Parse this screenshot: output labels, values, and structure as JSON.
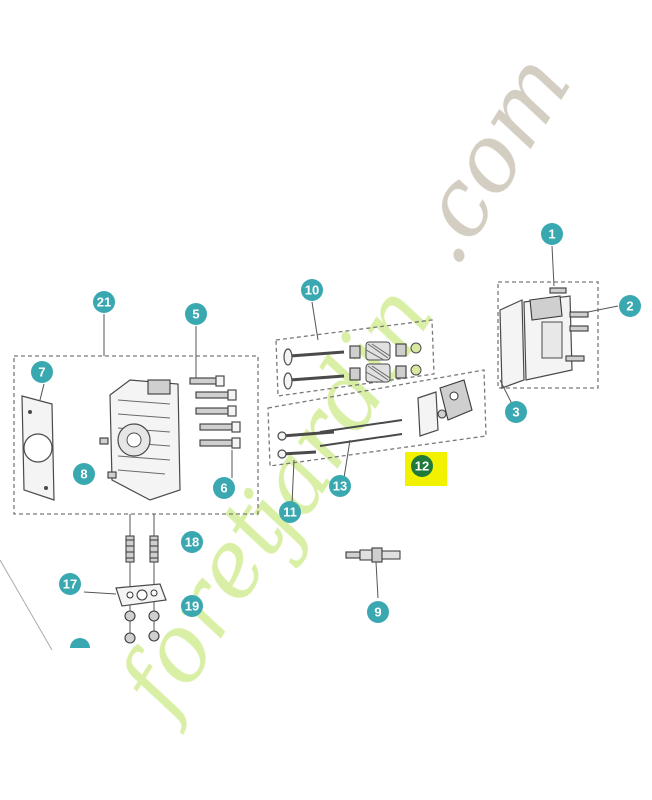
{
  "watermark": {
    "text_part1": "foret",
    "text_part2": "jardin",
    "text_part3": ".com",
    "color_green": "#d6ee9c",
    "color_orange": "#f8d3a6",
    "color_grey": "#cfc8bc"
  },
  "callouts": [
    {
      "id": "c1",
      "label": "1"
    },
    {
      "id": "c2",
      "label": "2"
    },
    {
      "id": "c3",
      "label": "3"
    },
    {
      "id": "c5",
      "label": "5"
    },
    {
      "id": "c6",
      "label": "6"
    },
    {
      "id": "c7",
      "label": "7"
    },
    {
      "id": "c8",
      "label": "8"
    },
    {
      "id": "c9",
      "label": "9"
    },
    {
      "id": "c10",
      "label": "10"
    },
    {
      "id": "c11",
      "label": "11"
    },
    {
      "id": "c12",
      "label": "12"
    },
    {
      "id": "c13",
      "label": "13"
    },
    {
      "id": "c17",
      "label": "17"
    },
    {
      "id": "c18",
      "label": "18"
    },
    {
      "id": "c19",
      "label": "19"
    },
    {
      "id": "c21",
      "label": "21"
    }
  ],
  "colors": {
    "callout": "#3aa8b0",
    "highlight": "#f2f200",
    "highlight_circle": "#1f7a3a"
  }
}
